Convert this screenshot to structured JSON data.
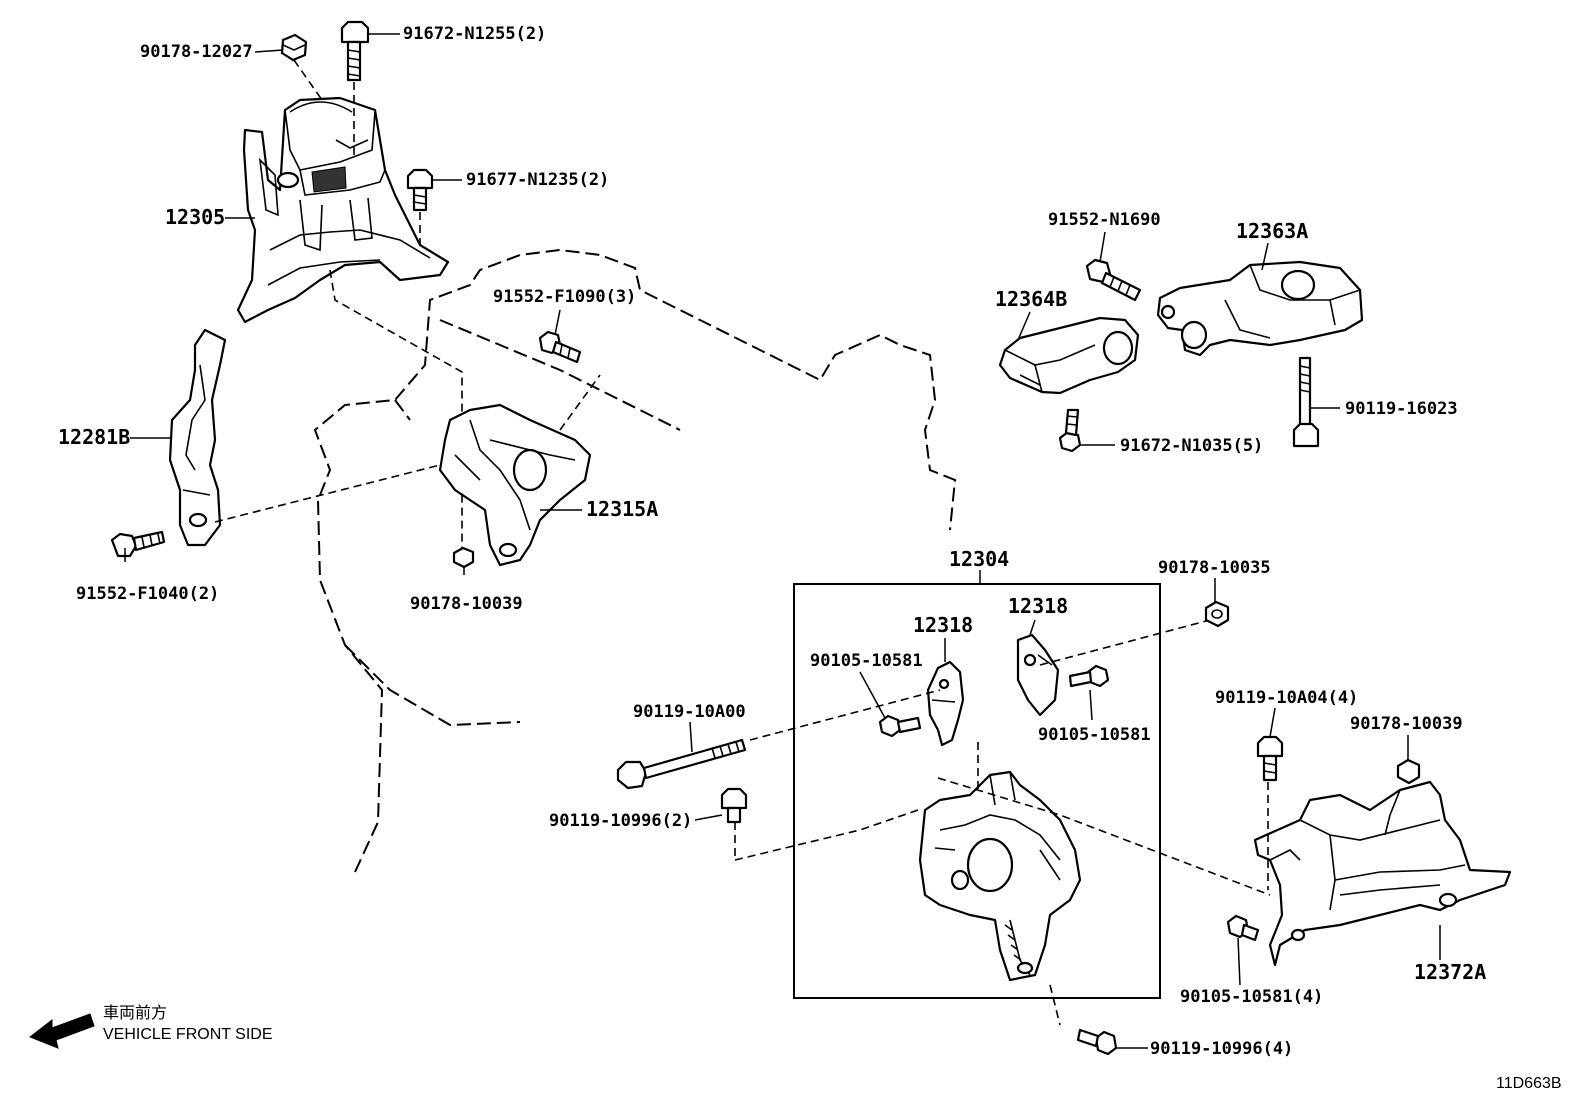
{
  "diagram_id": "11D663B",
  "direction_legend": {
    "japanese": "車両前方",
    "english": "VEHICLE FRONT SIDE"
  },
  "callouts": {
    "c_90178_12027": "90178-12027",
    "c_91672_N1255": "91672-N1255(2)",
    "c_91677_N1235": "91677-N1235(2)",
    "c_12305": "12305",
    "c_91552_F1090": "91552-F1090(3)",
    "c_12281B": "12281B",
    "c_12315A": "12315A",
    "c_91552_F1040": "91552-F1040(2)",
    "c_90178_10039_a": "90178-10039",
    "c_91552_N1690": "91552-N1690",
    "c_12363A": "12363A",
    "c_12364B": "12364B",
    "c_90119_16023": "90119-16023",
    "c_91672_N1035": "91672-N1035(5)",
    "c_12304": "12304",
    "c_90178_10035": "90178-10035",
    "c_12318_a": "12318",
    "c_12318_b": "12318",
    "c_90105_10581_a": "90105-10581",
    "c_90105_10581_b": "90105-10581",
    "c_90119_10A00": "90119-10A00",
    "c_90119_10996_2": "90119-10996(2)",
    "c_90119_10A04": "90119-10A04(4)",
    "c_90178_10039_b": "90178-10039",
    "c_90105_10581_4": "90105-10581(4)",
    "c_12372A": "12372A",
    "c_90119_10996_4": "90119-10996(4)"
  }
}
